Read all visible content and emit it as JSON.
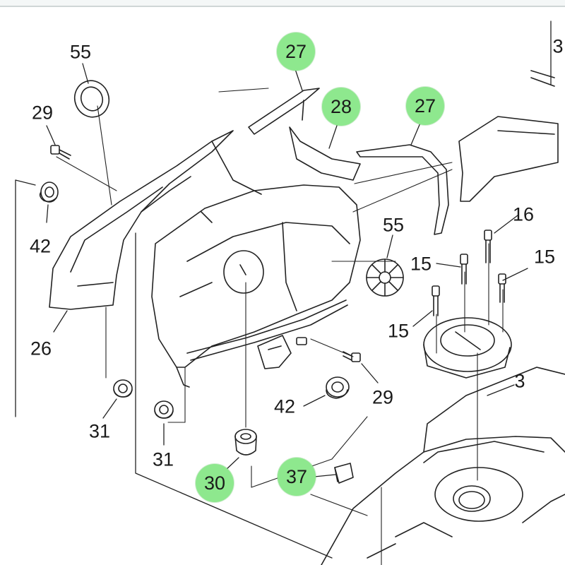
{
  "highlight_color": "#8ee88e",
  "labels": [
    {
      "id": "l55a",
      "text": "55",
      "highlight": false
    },
    {
      "id": "l29a",
      "text": "29",
      "highlight": false
    },
    {
      "id": "l27a",
      "text": "27",
      "highlight": true
    },
    {
      "id": "l28",
      "text": "28",
      "highlight": true
    },
    {
      "id": "l27b",
      "text": "27",
      "highlight": true
    },
    {
      "id": "l3a",
      "text": "3",
      "highlight": false
    },
    {
      "id": "l42a",
      "text": "42",
      "highlight": false
    },
    {
      "id": "l55b",
      "text": "55",
      "highlight": false
    },
    {
      "id": "l16",
      "text": "16",
      "highlight": false
    },
    {
      "id": "l15a",
      "text": "15",
      "highlight": false
    },
    {
      "id": "l15b",
      "text": "15",
      "highlight": false
    },
    {
      "id": "l15c",
      "text": "15",
      "highlight": false
    },
    {
      "id": "l26",
      "text": "26",
      "highlight": false
    },
    {
      "id": "l3b",
      "text": "3",
      "highlight": false
    },
    {
      "id": "l29b",
      "text": "29",
      "highlight": false
    },
    {
      "id": "l42b",
      "text": "42",
      "highlight": false
    },
    {
      "id": "l31a",
      "text": "31",
      "highlight": false
    },
    {
      "id": "l31b",
      "text": "31",
      "highlight": false
    },
    {
      "id": "l30",
      "text": "30",
      "highlight": true
    },
    {
      "id": "l37",
      "text": "37",
      "highlight": true
    }
  ]
}
